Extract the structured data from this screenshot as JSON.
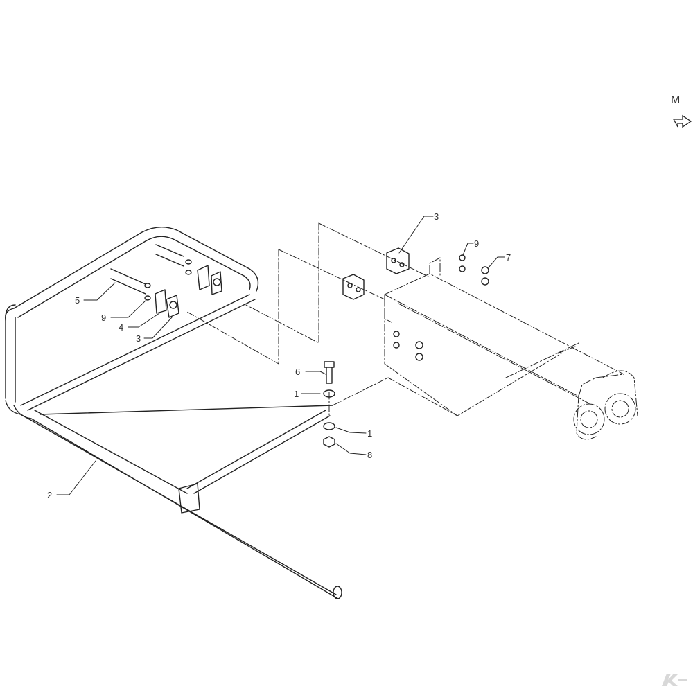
{
  "sheet": {
    "corner_letter": "M",
    "corner_icon": "direction-arrow-icon",
    "watermark_icon": "brand-logo-icon"
  },
  "callouts": [
    {
      "id": "c1",
      "text": "3"
    },
    {
      "id": "c2",
      "text": "9"
    },
    {
      "id": "c3",
      "text": "7"
    },
    {
      "id": "c4",
      "text": "5"
    },
    {
      "id": "c5",
      "text": "9"
    },
    {
      "id": "c6",
      "text": "4"
    },
    {
      "id": "c7",
      "text": "3"
    },
    {
      "id": "c8",
      "text": "6"
    },
    {
      "id": "c9",
      "text": "1"
    },
    {
      "id": "c10",
      "text": "1"
    },
    {
      "id": "c11",
      "text": "8"
    },
    {
      "id": "c12",
      "text": "2"
    }
  ],
  "colors": {
    "line": "#222222",
    "label": "#333333",
    "watermark": "#d8d8d8"
  }
}
